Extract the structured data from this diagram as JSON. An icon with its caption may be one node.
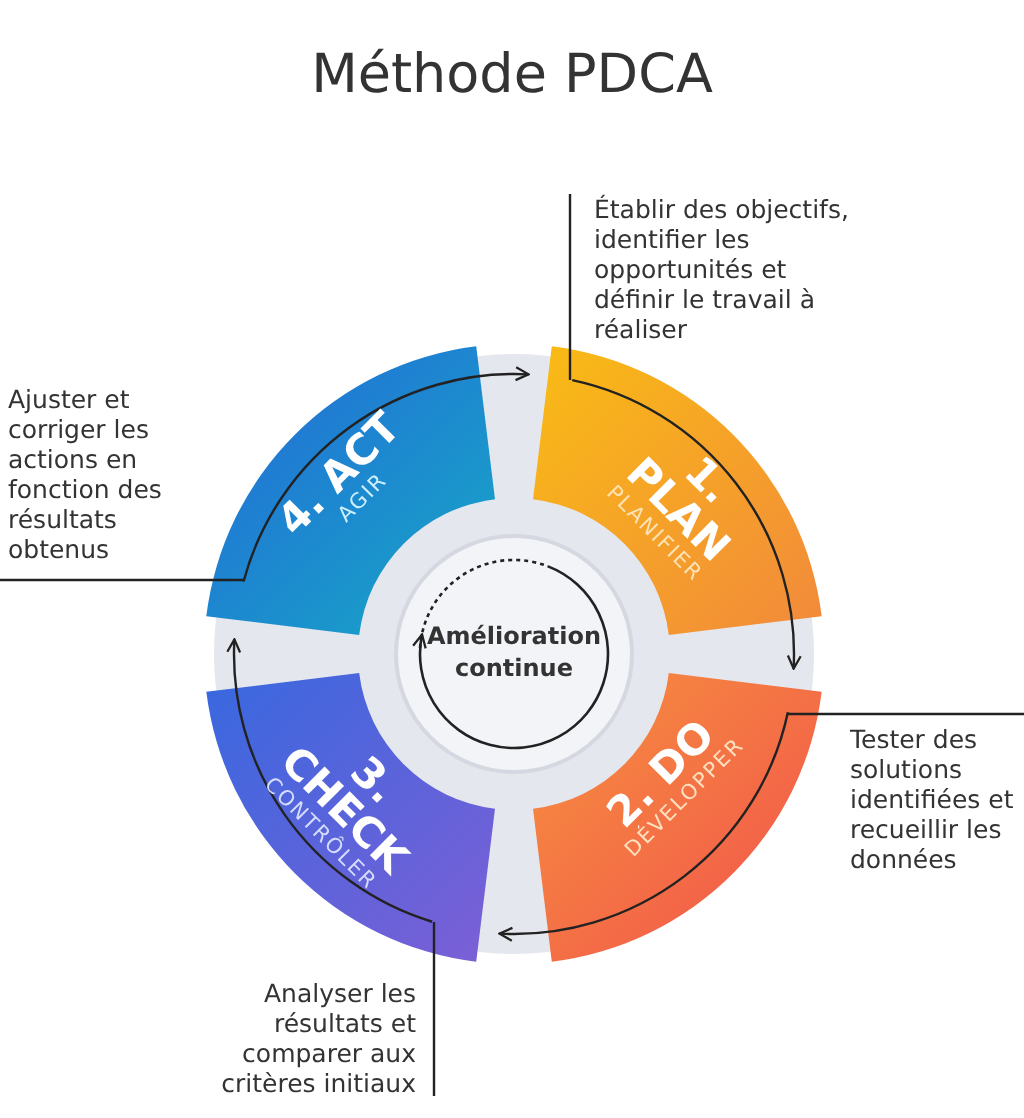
{
  "diagram": {
    "title": "Méthode PDCA",
    "nodes": [
      {
        "text": [
          "1. PLAN",
          "PLANIFIER"
        ]
      },
      {
        "text": [
          "2. DO",
          "DÉVELOPPER"
        ]
      },
      {
        "text": [
          "3. CHECK",
          "CONTRÔLER"
        ]
      },
      {
        "text": [
          "4. ACT",
          "AGIR"
        ]
      },
      {
        "text": [
          "Amélioration continue"
        ]
      },
      {
        "text": [
          "Établir des objectifs, identifier les opportunités et définir le travail à réaliser"
        ]
      },
      {
        "text": [
          "Tester des solutions identifiées et recueillir les données"
        ]
      },
      {
        "text": [
          "Analyser les résultats et comparer aux critères initiaux"
        ]
      },
      {
        "text": [
          "Ajuster et corriger les actions en fonction des résultats obtenus"
        ]
      }
    ],
    "edges": [
      {
        "from": 0,
        "to": 1,
        "arrow": "to"
      },
      {
        "from": 1,
        "to": 2,
        "arrow": "to"
      },
      {
        "from": 2,
        "to": 3,
        "arrow": "to"
      },
      {
        "from": 3,
        "to": 0,
        "arrow": "to"
      },
      {
        "from": 5,
        "to": 0,
        "arrow": "none"
      },
      {
        "from": 6,
        "to": 1,
        "arrow": "none"
      },
      {
        "from": 7,
        "to": 2,
        "arrow": "none"
      },
      {
        "from": 8,
        "to": 3,
        "arrow": "none"
      }
    ]
  }
}
